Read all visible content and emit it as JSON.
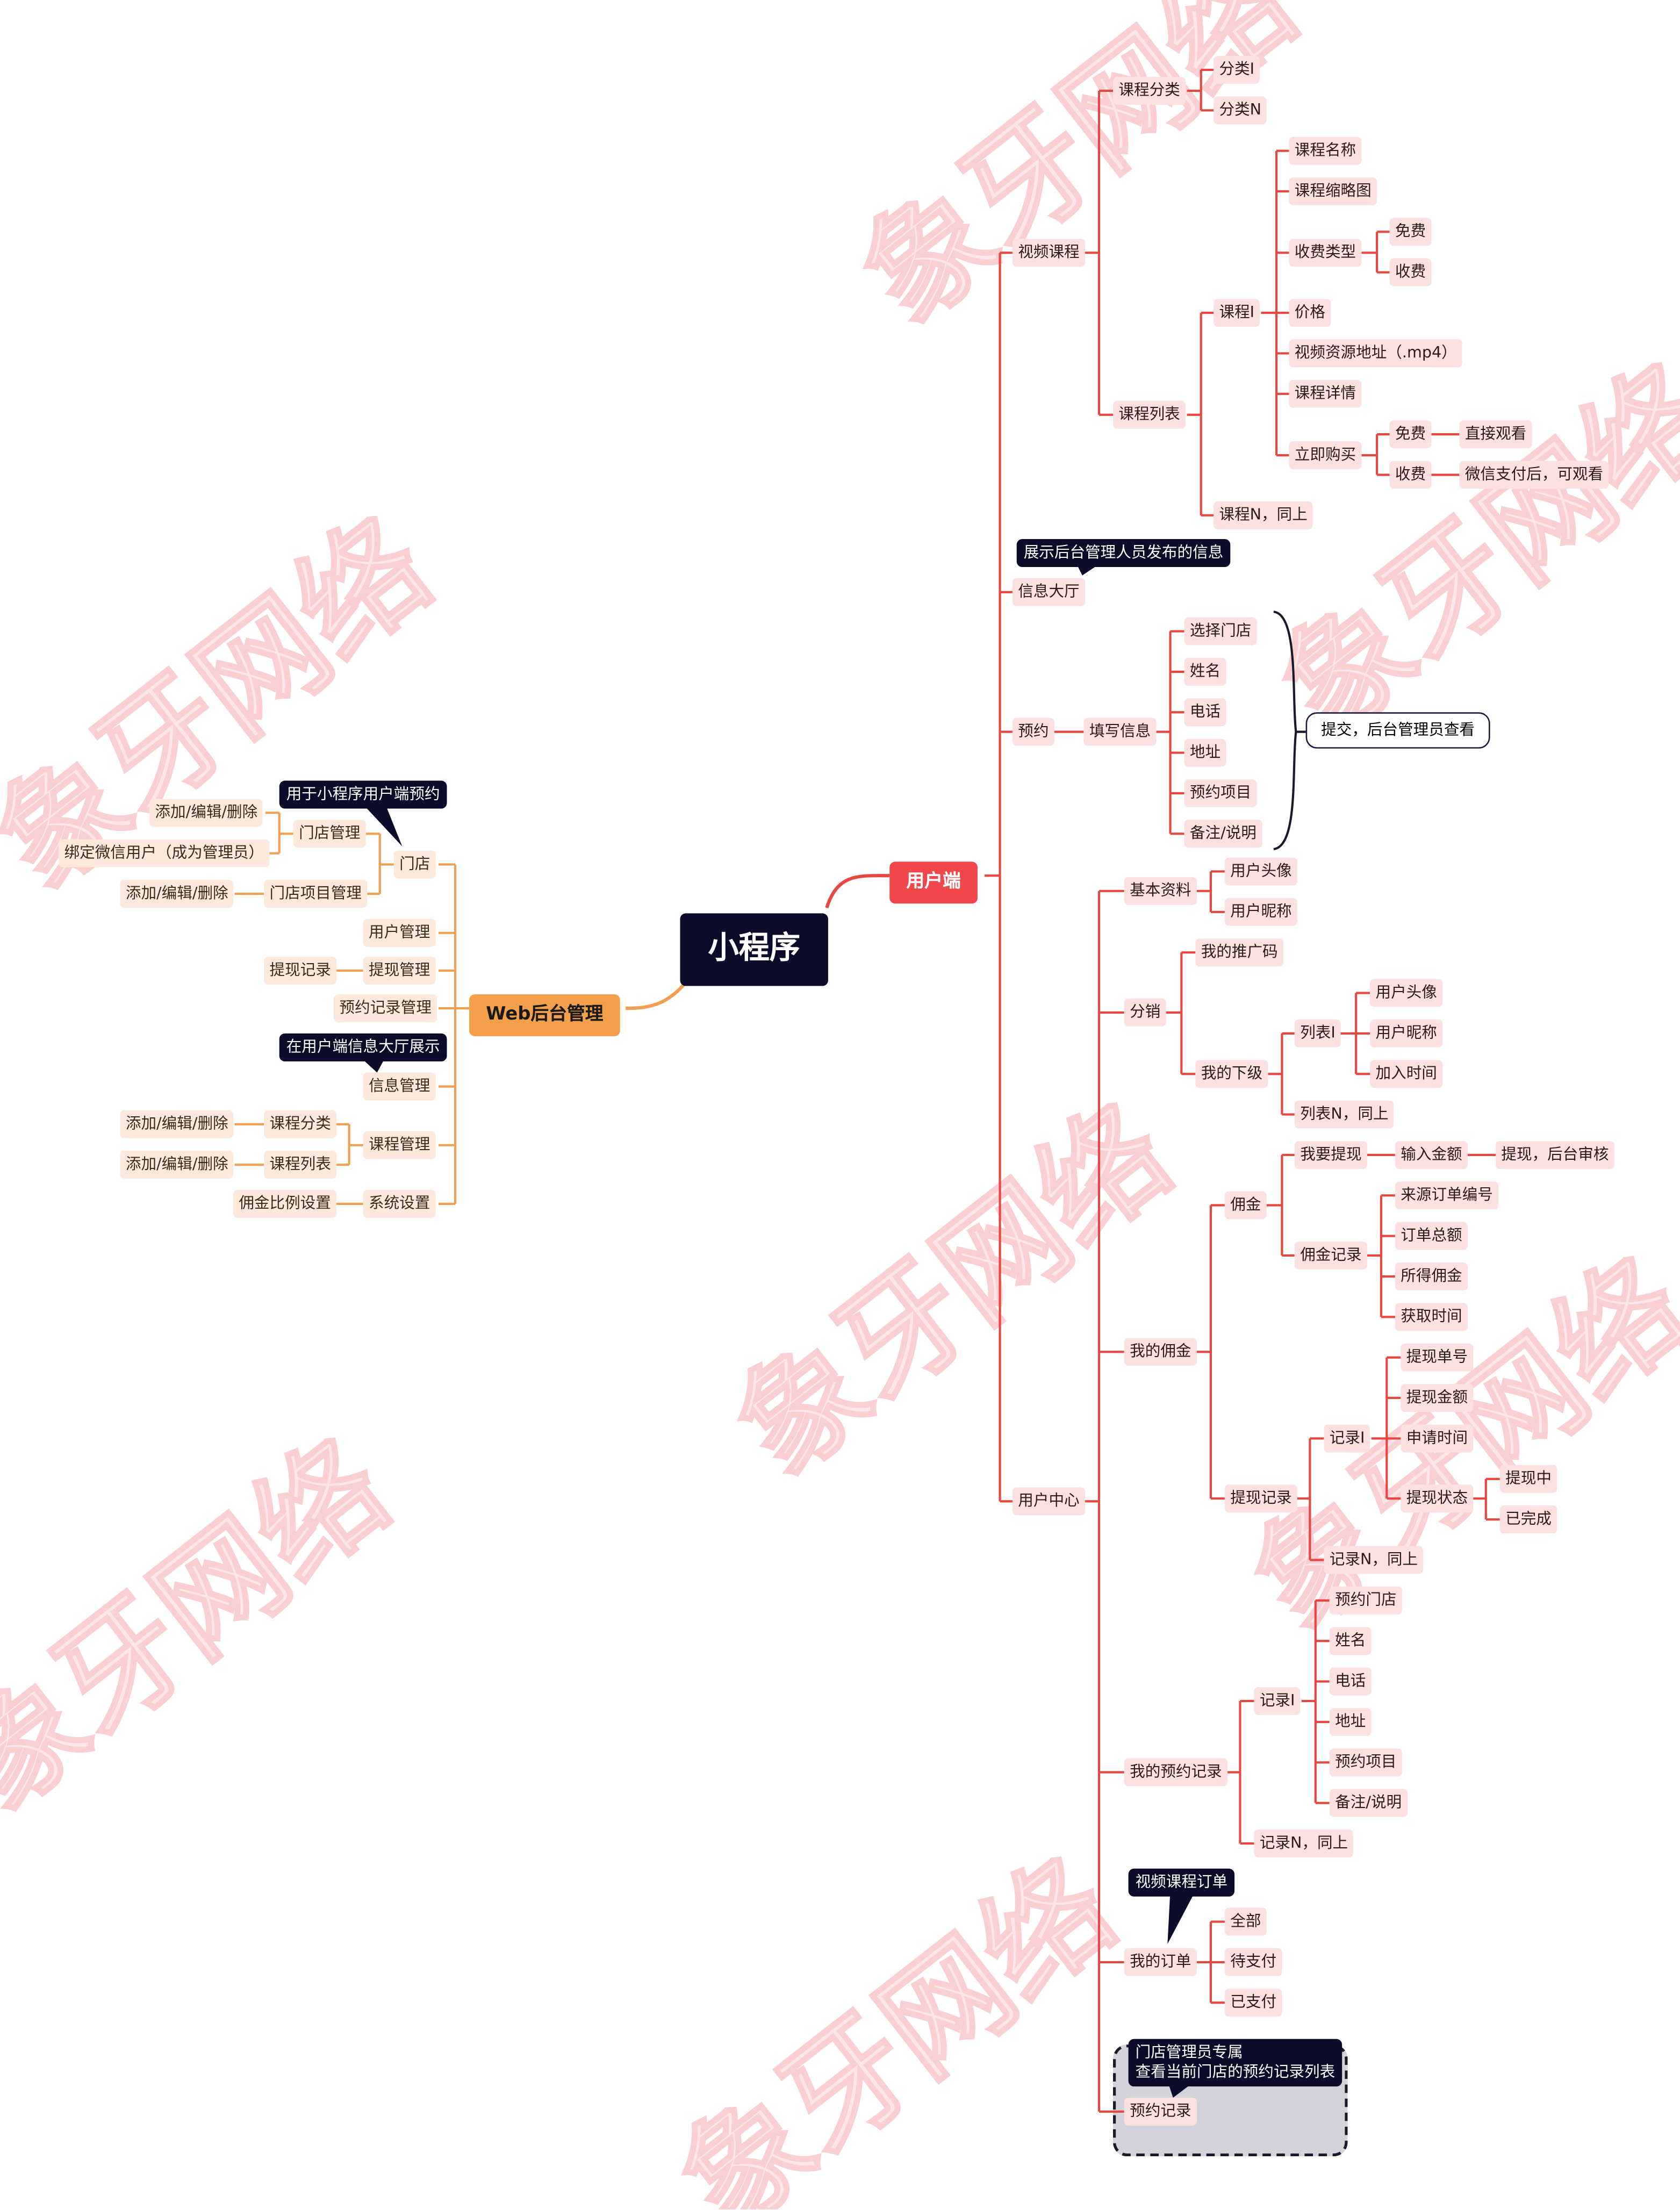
{
  "root": {
    "label": "小程序"
  },
  "user_branch": {
    "label": "用户端",
    "video_course": {
      "label": "视频课程",
      "category": {
        "label": "课程分类",
        "items": [
          "分类I",
          "分类N"
        ]
      },
      "course_list": {
        "label": "课程列表",
        "course1": {
          "label": "课程I",
          "name": "课程名称",
          "thumb": "课程缩略图",
          "fee_type": {
            "label": "收费类型",
            "free": "免费",
            "paid": "收费"
          },
          "price": "价格",
          "video_url": "视频资源地址（.mp4）",
          "detail": "课程详情",
          "buy": {
            "label": "立即购买",
            "free": "免费",
            "free_result": "直接观看",
            "paid": "收费",
            "paid_result": "微信支付后，可观看"
          }
        },
        "courseN": "课程N，同上"
      }
    },
    "info_hall": {
      "label": "信息大厅",
      "note": "展示后台管理人员发布的信息"
    },
    "booking": {
      "label": "预约",
      "fill": {
        "label": "填写信息",
        "items": [
          "选择门店",
          "姓名",
          "电话",
          "地址",
          "预约项目",
          "备注/说明"
        ]
      },
      "summary": "提交，后台管理员查看"
    },
    "user_center": {
      "label": "用户中心",
      "basic": {
        "label": "基本资料",
        "avatar": "用户头像",
        "nickname": "用户昵称"
      },
      "distribution": {
        "label": "分销",
        "promo": "我的推广码",
        "subordinates": {
          "label": "我的下级",
          "list1": {
            "label": "列表I",
            "avatar": "用户头像",
            "nickname": "用户昵称",
            "join_time": "加入时间"
          },
          "listN": "列表N，同上"
        }
      },
      "commission": {
        "label": "我的佣金",
        "cm": {
          "label": "佣金",
          "withdraw": {
            "label": "我要提现",
            "amount": "输入金额",
            "result": "提现，后台审核"
          },
          "records": {
            "label": "佣金记录",
            "items": [
              "来源订单编号",
              "订单总额",
              "所得佣金",
              "获取时间"
            ]
          }
        },
        "withdraw_records": {
          "label": "提现记录",
          "rec1": {
            "label": "记录I",
            "no": "提现单号",
            "amount": "提现金额",
            "time": "申请时间",
            "status": {
              "label": "提现状态",
              "s1": "提现中",
              "s2": "已完成"
            }
          },
          "recN": "记录N，同上"
        }
      },
      "my_booking": {
        "label": "我的预约记录",
        "rec1": {
          "label": "记录I",
          "items": [
            "预约门店",
            "姓名",
            "电话",
            "地址",
            "预约项目",
            "备注/说明"
          ]
        },
        "recN": "记录N，同上"
      },
      "orders": {
        "label": "我的订单",
        "note": "视频课程订单",
        "items": [
          "全部",
          "待支付",
          "已支付"
        ]
      },
      "booking_records": {
        "label": "预约记录",
        "note_lines": [
          "门店管理员专属",
          "查看当前门店的预约记录列表"
        ]
      }
    }
  },
  "web_branch": {
    "label": "Web后台管理",
    "store": {
      "label": "门店",
      "note": "用于小程序用户端预约",
      "manage": {
        "label": "门店管理",
        "add": "添加/编辑/删除",
        "bind": "绑定微信用户（成为管理员）"
      },
      "project": {
        "label": "门店项目管理",
        "add": "添加/编辑/删除"
      }
    },
    "users": "用户管理",
    "withdraw": {
      "label": "提现管理",
      "record": "提现记录"
    },
    "booking_records": "预约记录管理",
    "info": {
      "label": "信息管理",
      "note": "在用户端信息大厅展示"
    },
    "courses": {
      "label": "课程管理",
      "category": {
        "label": "课程分类",
        "add": "添加/编辑/删除"
      },
      "list": {
        "label": "课程列表",
        "add": "添加/编辑/删除"
      }
    },
    "settings": {
      "label": "系统设置",
      "ratio": "佣金比例设置"
    }
  },
  "watermark": {
    "text": "象牙网络"
  },
  "colors": {
    "user_line": "#e8473f",
    "web_line": "#f0a050",
    "root_bg": "#0c0c2a",
    "user_node_bg": "#fde0e0",
    "web_node_bg": "#fde9dc"
  }
}
